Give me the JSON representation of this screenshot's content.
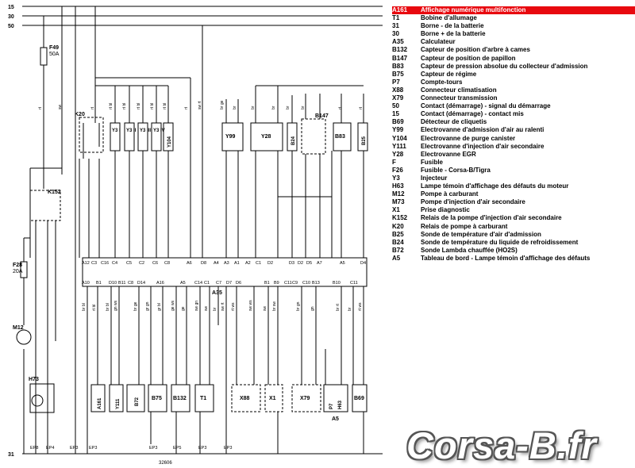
{
  "rails": {
    "r1": "15",
    "r2": "30",
    "r3": "50",
    "r4": "31"
  },
  "fuse_f49": {
    "code": "F49",
    "rating": "50A"
  },
  "fuse_f28": {
    "code": "F28",
    "rating": "20A"
  },
  "relays": {
    "k20": "K20",
    "k152": "K152"
  },
  "coils": [
    "Y3\nI",
    "Y3\nII",
    "Y3\nIII",
    "Y3\nIV",
    "Y104"
  ],
  "components": {
    "y99": "Y99",
    "y28": "Y28",
    "b24": "B24",
    "b147": "B147",
    "b83": "B83",
    "b25": "B25",
    "a35": "A35",
    "m12": "M12",
    "h73": "H73",
    "a161": "A161",
    "y111": "Y111",
    "b72": "B72",
    "b75": "B75",
    "b132": "B132",
    "t1": "T1",
    "x88": "X88",
    "x1": "X1",
    "x79": "X79",
    "p7": "P7",
    "h63": "H63",
    "b69": "B69",
    "a5": "A5"
  },
  "connector_top_pins": [
    "A12",
    "C3",
    "C16",
    "C4",
    "C5",
    "C2",
    "C6",
    "C8",
    "A6",
    "D8",
    "A4",
    "A3",
    "A1",
    "A2",
    "C1",
    "D2",
    "D3",
    "D2",
    "D5",
    "A7",
    "A5",
    "D4"
  ],
  "connector_bottom_pins": [
    "A10",
    "B1",
    "D10",
    "B11",
    "C8",
    "D14",
    "A16",
    "A5",
    "C14",
    "C1",
    "C7",
    "D7",
    "D6",
    "B1",
    "B9",
    "C11",
    "C9",
    "C10",
    "B13",
    "B10",
    "C11"
  ],
  "wire_colors_upper": [
    "rt",
    "sw",
    "rt",
    "rt bl",
    "rt bl",
    "rt bl",
    "rt bl",
    "rt bl",
    "rt",
    "sw rt",
    "br ge",
    "br",
    "br",
    "br",
    "br",
    "br",
    "rt",
    "rt"
  ],
  "wire_colors_lower": [
    "br bl",
    "rt bl",
    "br bl",
    "gn ws",
    "br ge",
    "gr gn",
    "gr bl",
    "ge ws",
    "ge",
    "sw gn",
    "sw",
    "br",
    "sw rt",
    "rt ws",
    "sw ws",
    "sw",
    "br sw",
    "br gn",
    "gn",
    "br rt",
    "br",
    "rt ws"
  ],
  "ground_refs": [
    "EP8",
    "EP4",
    "EP3",
    "EP3",
    "EP3",
    "EP5",
    "EP3",
    "EP3"
  ],
  "sheet_number": "32606",
  "legend": [
    {
      "code": "A161",
      "desc": "Affichage numérique multifonction",
      "highlight": true
    },
    {
      "code": "T1",
      "desc": "Bobine d'allumage"
    },
    {
      "code": "31",
      "desc": "Borne - de la batterie"
    },
    {
      "code": "30",
      "desc": "Borne + de la batterie"
    },
    {
      "code": "A35",
      "desc": "Calculateur"
    },
    {
      "code": "B132",
      "desc": "Capteur de position d'arbre à cames"
    },
    {
      "code": "B147",
      "desc": "Capteur de position de papillon"
    },
    {
      "code": "B83",
      "desc": "Capteur de pression absolue du collecteur d'admission"
    },
    {
      "code": "B75",
      "desc": "Capteur de régime"
    },
    {
      "code": "P7",
      "desc": "Compte-tours"
    },
    {
      "code": "X88",
      "desc": "Connecteur climatisation"
    },
    {
      "code": "X79",
      "desc": "Connecteur transmission"
    },
    {
      "code": "50",
      "desc": "Contact (démarrage) - signal du démarrage"
    },
    {
      "code": "15",
      "desc": "Contact (démarrage) - contact mis"
    },
    {
      "code": "B69",
      "desc": "Détecteur de cliquetis"
    },
    {
      "code": "Y99",
      "desc": "Electrovanne d'admission d'air au ralenti"
    },
    {
      "code": "Y104",
      "desc": "Electrovanne de purge canister"
    },
    {
      "code": "Y111",
      "desc": "Electrovanne d'injection d'air secondaire"
    },
    {
      "code": "Y28",
      "desc": "Electrovanne EGR"
    },
    {
      "code": "F",
      "desc": "Fusible"
    },
    {
      "code": "F26",
      "desc": "Fusible - Corsa-B/Tigra"
    },
    {
      "code": "Y3",
      "desc": "Injecteur"
    },
    {
      "code": "H63",
      "desc": "Lampe témoin d'affichage des défauts du moteur"
    },
    {
      "code": "M12",
      "desc": "Pompe à carburant"
    },
    {
      "code": "M73",
      "desc": "Pompe d'injection d'air secondaire"
    },
    {
      "code": "X1",
      "desc": "Prise diagnostic"
    },
    {
      "code": "K152",
      "desc": "Relais de la pompe d'injection d'air secondaire"
    },
    {
      "code": "K20",
      "desc": "Relais de pompe à carburant"
    },
    {
      "code": "B25",
      "desc": "Sonde de température d'air d'admission"
    },
    {
      "code": "B24",
      "desc": "Sonde de température du liquide de refroidissement"
    },
    {
      "code": "B72",
      "desc": "Sonde Lambda chauffée (HO2S)"
    },
    {
      "code": "A5",
      "desc": "Tableau de bord - Lampe témoin d'affichage des défauts"
    }
  ],
  "watermark": "Corsa-B.fr",
  "colors": {
    "highlight": "#e8090f",
    "ink": "#000000",
    "watermark_outline": "#555555"
  }
}
